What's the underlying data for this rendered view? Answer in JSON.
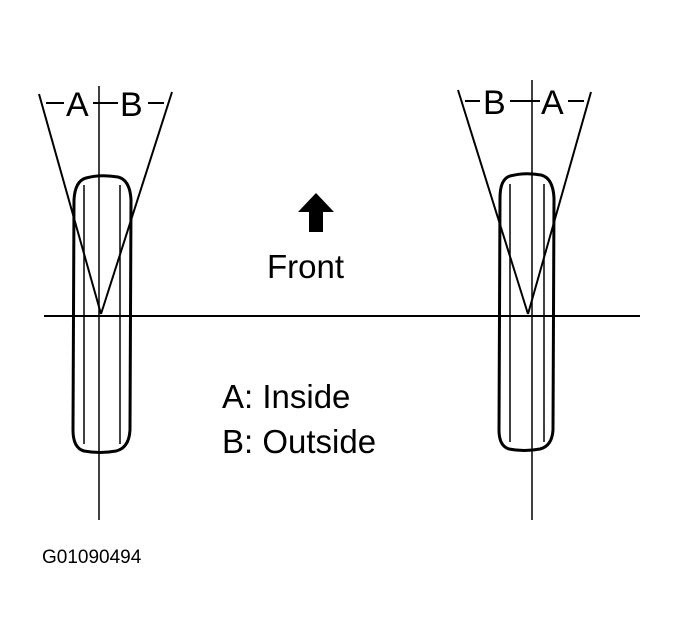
{
  "labels": {
    "a": "A",
    "b": "B",
    "front": "Front",
    "legend_a": "A: Inside",
    "legend_b": "B: Outside",
    "figure_id": "G01090494"
  },
  "colors": {
    "ink": "#000000",
    "background": "#ffffff"
  },
  "icons": {
    "front_arrow": "up-arrow-icon"
  }
}
